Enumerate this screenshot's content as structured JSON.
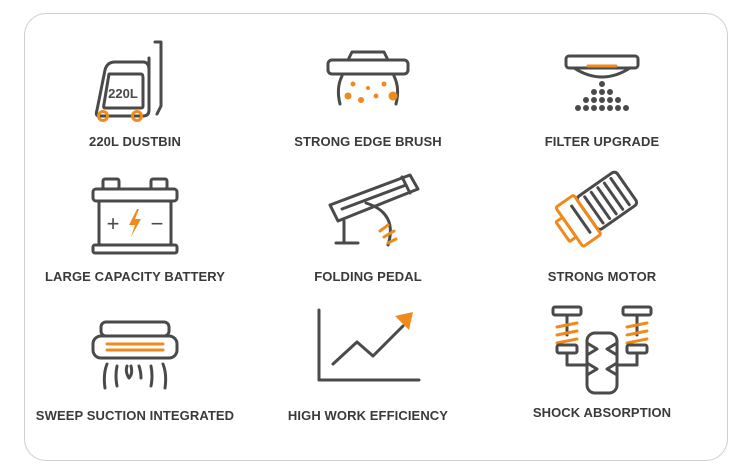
{
  "features": [
    {
      "label": "220L DUSTBIN",
      "icon": "dustbin-icon",
      "icon_text": "220L"
    },
    {
      "label": "STRONG EDGE BRUSH",
      "icon": "edge-brush-icon"
    },
    {
      "label": "FILTER UPGRADE",
      "icon": "filter-icon"
    },
    {
      "label": "LARGE CAPACITY BATTERY",
      "icon": "battery-icon",
      "icon_text_plus": "+",
      "icon_text_minus": "−"
    },
    {
      "label": "FOLDING PEDAL",
      "icon": "pedal-icon"
    },
    {
      "label": "STRONG MOTOR",
      "icon": "motor-icon"
    },
    {
      "label": "SWEEP SUCTION INTEGRATED",
      "icon": "sweep-suction-icon"
    },
    {
      "label": "HIGH WORK EFFICIENCY",
      "icon": "efficiency-chart-icon"
    },
    {
      "label": "SHOCK ABSORPTION",
      "icon": "shock-absorber-icon"
    }
  ],
  "colors": {
    "accent": "#f08a1c",
    "icon": "#4a4a4a",
    "text": "#3a3a3a",
    "border": "#cfcfcf"
  }
}
